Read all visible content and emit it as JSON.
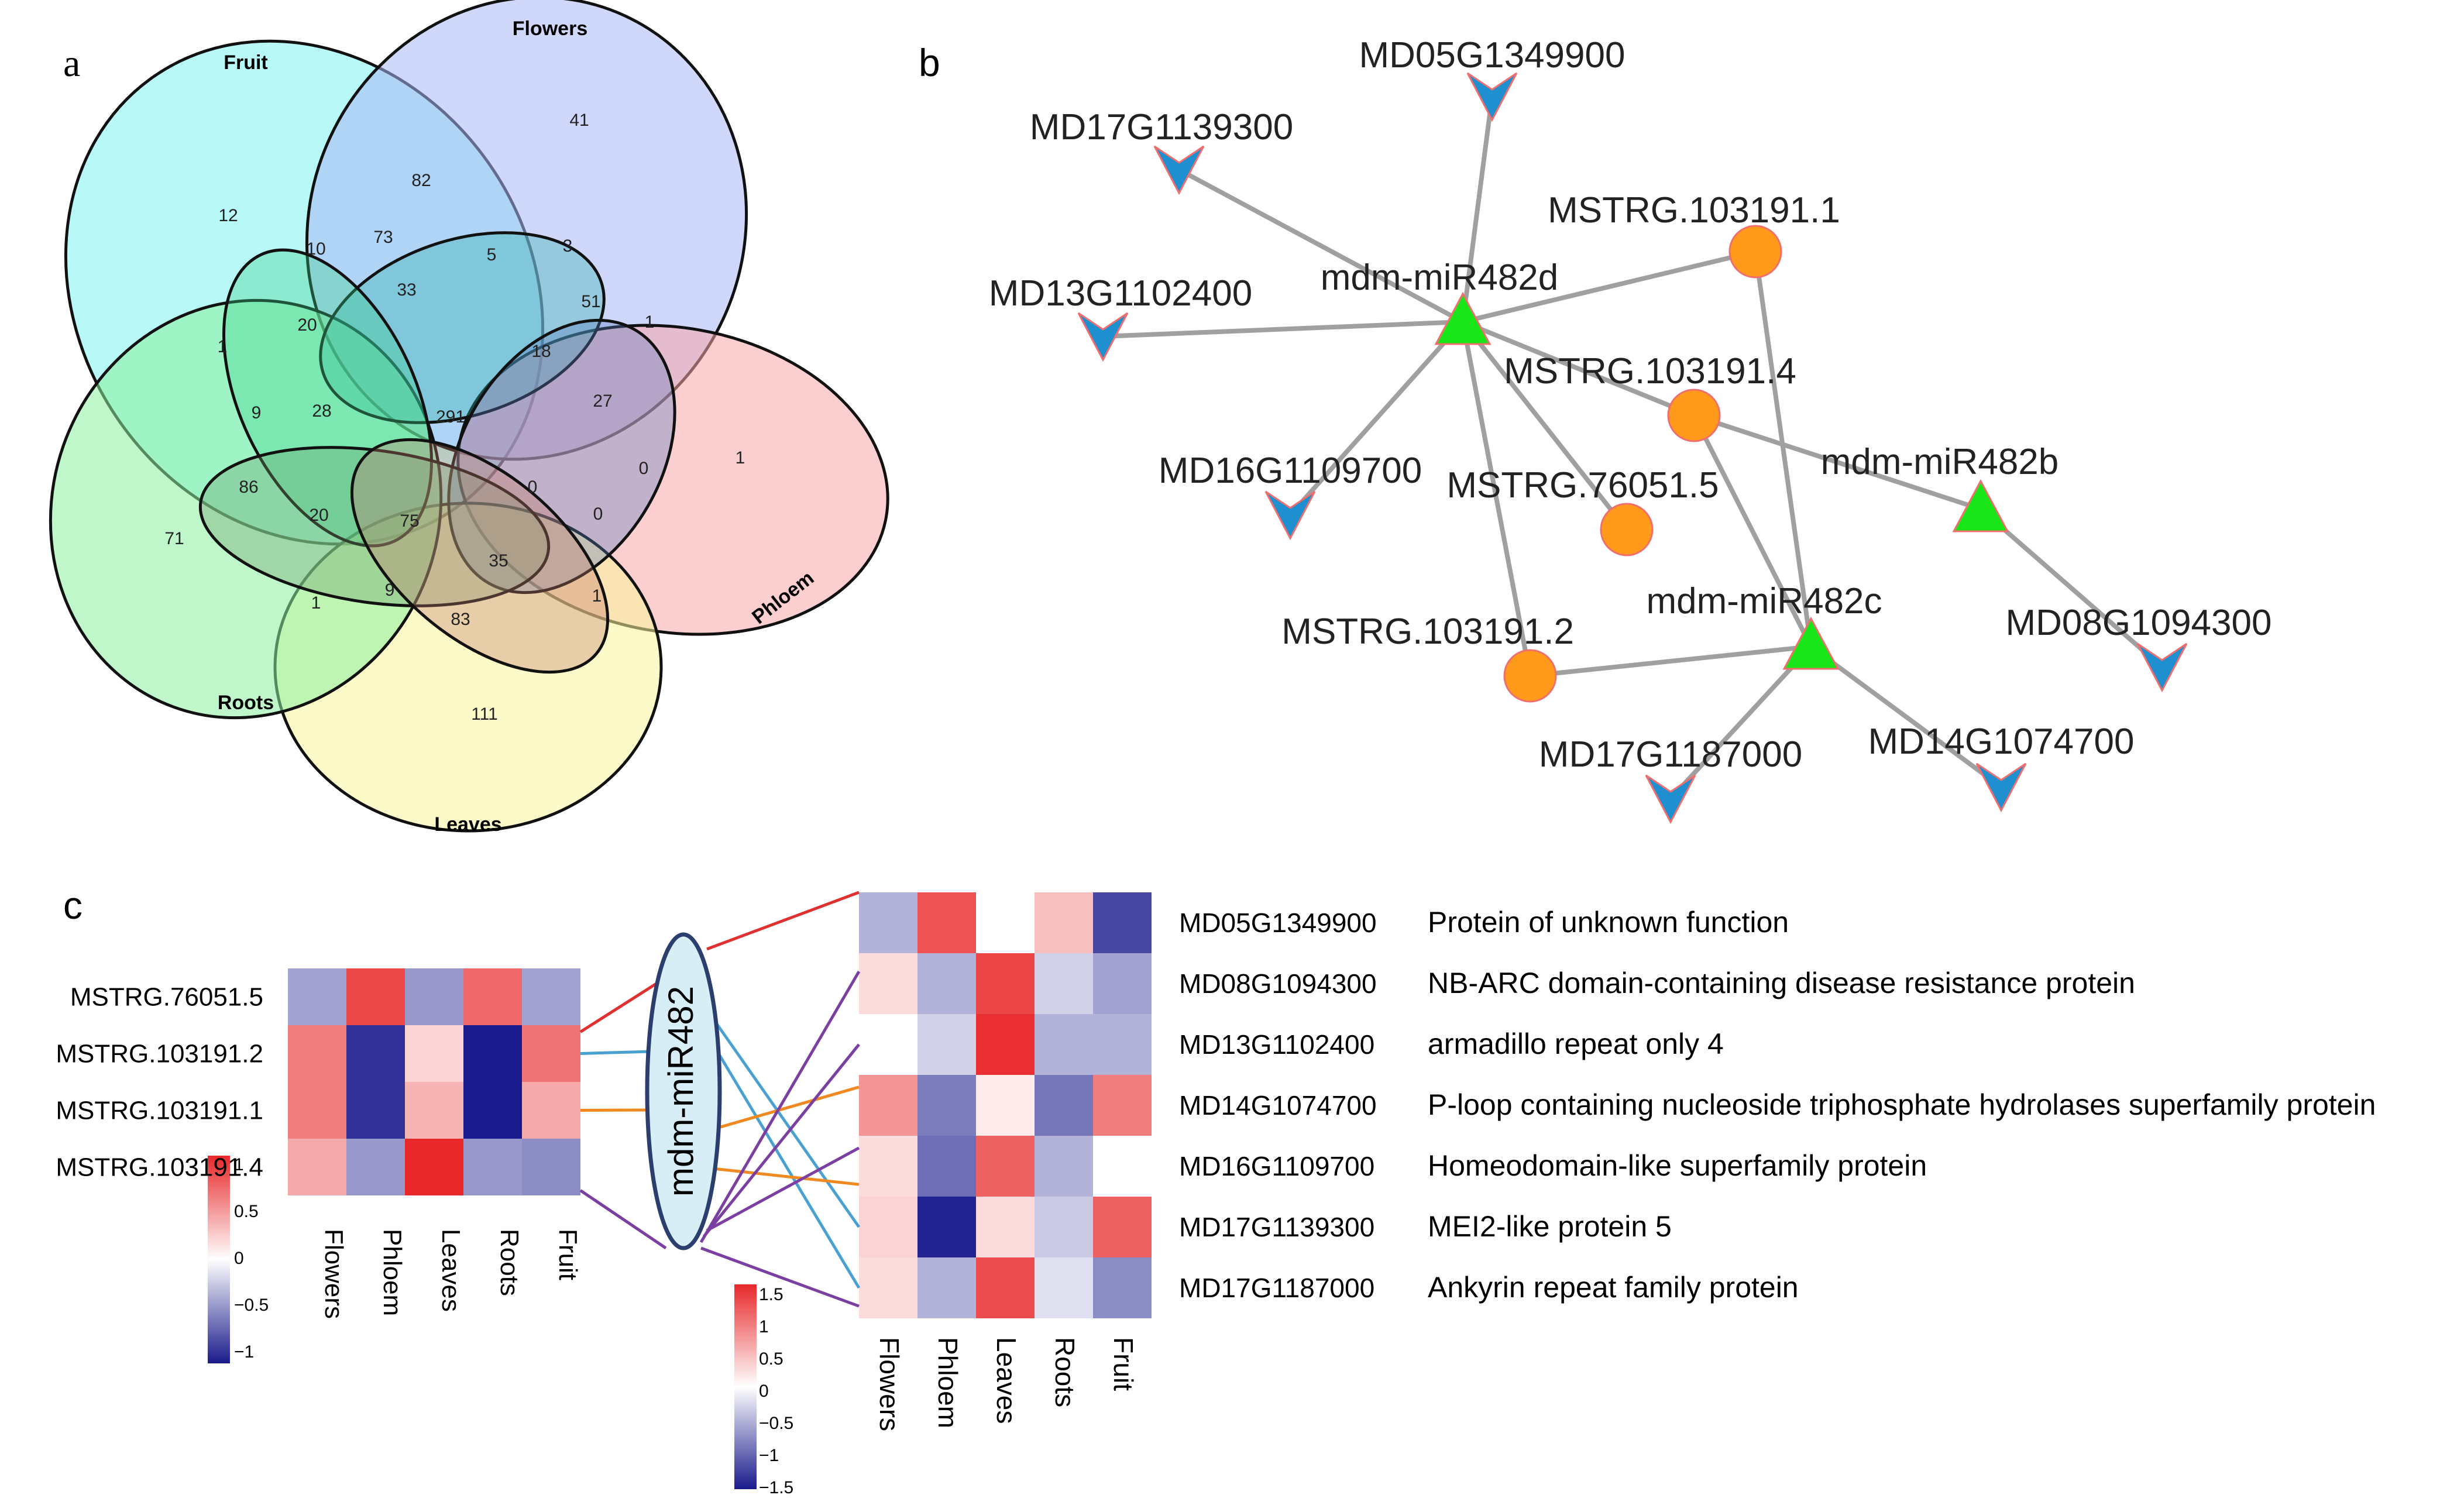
{
  "panels": {
    "a": "a",
    "b": "b",
    "c": "c"
  },
  "venn": {
    "sets": [
      {
        "name": "Fruit",
        "color": "#7ef3ef"
      },
      {
        "name": "Flowers",
        "color": "#a7b6f6"
      },
      {
        "name": "Phloem",
        "color": "#f7a6a8"
      },
      {
        "name": "Leaves",
        "color": "#f9f59c"
      },
      {
        "name": "Roots",
        "color": "#8af09f"
      }
    ],
    "counts": [
      {
        "region": "Fruit only",
        "value": "12"
      },
      {
        "region": "Fruit∩Flowers",
        "value": "82"
      },
      {
        "region": "Flowers only",
        "value": "41"
      },
      {
        "region": "Fruit∩Roots",
        "value": "10"
      },
      {
        "region": "Fruit∩Flowers∩Roots",
        "value": "73"
      },
      {
        "region": "Flowers∩Phloem",
        "value": "5"
      },
      {
        "region": "Flowers∩Phloem",
        "value": "3"
      },
      {
        "region": "Fruit∩Roots",
        "value": "1"
      },
      {
        "region": "Fruit∩Roots∩Leaves",
        "value": "20"
      },
      {
        "region": "Fruit∩Flowers∩Roots∩Leaves",
        "value": "33"
      },
      {
        "region": "Flowers∩Phloem∩Fruit",
        "value": "18"
      },
      {
        "region": "Flowers∩Phloem",
        "value": "51"
      },
      {
        "region": "Flowers∩Phloem∩Leaves",
        "value": "1"
      },
      {
        "region": "Roots∩Fruit",
        "value": "9"
      },
      {
        "region": "Roots∩Fruit∩Leaves",
        "value": "28"
      },
      {
        "region": "All five",
        "value": "291"
      },
      {
        "region": "Flowers∩Phloem∩Fruit∩Leaves",
        "value": "27"
      },
      {
        "region": "Phloem only",
        "value": "1"
      },
      {
        "region": "Roots only",
        "value": "71"
      },
      {
        "region": "Roots∩Leaves",
        "value": "86"
      },
      {
        "region": "Phloem∩Flowers∩Roots",
        "value": "0"
      },
      {
        "region": "Phloem∩Flowers",
        "value": "0"
      },
      {
        "region": "Roots∩Leaves∩Fruit",
        "value": "20"
      },
      {
        "region": "Roots∩Leaves∩Phloem",
        "value": "75"
      },
      {
        "region": "Phloem∩Leaves∩Roots",
        "value": "0"
      },
      {
        "region": "Phloem∩Leaves∩Flowers",
        "value": "35"
      },
      {
        "region": "Roots∩Leaves",
        "value": "1"
      },
      {
        "region": "Roots∩Leaves∩Phloem",
        "value": "9"
      },
      {
        "region": "Leaves∩Phloem∩Roots",
        "value": "83"
      },
      {
        "region": "Leaves∩Phloem",
        "value": "1"
      },
      {
        "region": "Leaves only",
        "value": "111"
      }
    ]
  },
  "network": {
    "mirna_nodes": [
      "mdm-miR482d",
      "mdm-miR482b",
      "mdm-miR482c"
    ],
    "lncrna_nodes": [
      "MSTRG.103191.1",
      "MSTRG.103191.4",
      "MSTRG.76051.5",
      "MSTRG.103191.2"
    ],
    "gene_nodes": [
      "MD05G1349900",
      "MD17G1139300",
      "MD13G1102400",
      "MD16G1109700",
      "MD08G1094300",
      "MD17G1187000",
      "MD14G1074700"
    ],
    "edges": [
      [
        "mdm-miR482d",
        "MD05G1349900"
      ],
      [
        "mdm-miR482d",
        "MD17G1139300"
      ],
      [
        "mdm-miR482d",
        "MD13G1102400"
      ],
      [
        "mdm-miR482d",
        "MD16G1109700"
      ],
      [
        "mdm-miR482d",
        "MSTRG.103191.1"
      ],
      [
        "mdm-miR482d",
        "MSTRG.103191.4"
      ],
      [
        "mdm-miR482d",
        "MSTRG.76051.5"
      ],
      [
        "mdm-miR482d",
        "MSTRG.103191.2"
      ],
      [
        "mdm-miR482b",
        "MSTRG.103191.4"
      ],
      [
        "mdm-miR482b",
        "MD08G1094300"
      ],
      [
        "mdm-miR482c",
        "MSTRG.103191.1"
      ],
      [
        "mdm-miR482c",
        "MSTRG.103191.4"
      ],
      [
        "mdm-miR482c",
        "MSTRG.103191.2"
      ],
      [
        "mdm-miR482c",
        "MD17G1187000"
      ],
      [
        "mdm-miR482c",
        "MD14G1074700"
      ]
    ],
    "colors": {
      "mirna": "#19e619",
      "lncrna": "#ff9a1a",
      "gene": "#1f8fd0",
      "node_border": "#f06e6e",
      "edge": "#a0a0a0"
    }
  },
  "heatmap_left": {
    "rows": [
      "MSTRG.76051.5",
      "MSTRG.103191.2",
      "MSTRG.103191.1",
      "MSTRG.103191.4"
    ],
    "cols": [
      "Flowers",
      "Phloem",
      "Leaves",
      "Roots",
      "Fruit"
    ],
    "values": [
      [
        -0.4,
        0.85,
        -0.45,
        0.7,
        -0.4
      ],
      [
        0.6,
        -0.9,
        0.2,
        -1.0,
        0.65
      ],
      [
        0.6,
        -0.9,
        0.35,
        -1.0,
        0.4
      ],
      [
        0.4,
        -0.45,
        1.0,
        -0.45,
        -0.5
      ]
    ],
    "scale_ticks": [
      "1",
      "0.5",
      "0",
      "−0.5",
      "−1"
    ]
  },
  "center_label": "mdm-miR482",
  "heatmap_right": {
    "rows": [
      "MD05G1349900",
      "MD08G1094300",
      "MD13G1102400",
      "MD14G1074700",
      "MD16G1109700",
      "MD17G1139300",
      "MD17G1187000"
    ],
    "descriptions": [
      "Protein of unknown function",
      "NB-ARC domain-containing disease resistance protein",
      "armadillo repeat only 4",
      "P-loop containing nucleoside triphosphate hydrolases superfamily protein",
      "Homeodomain-like superfamily protein",
      "MEI2-like protein 5",
      "Ankyrin repeat family protein"
    ],
    "cols": [
      "Flowers",
      "Phloem",
      "Leaves",
      "Roots",
      "Fruit"
    ],
    "values": [
      [
        -0.5,
        1.2,
        0.0,
        0.45,
        -1.2
      ],
      [
        0.25,
        -0.5,
        1.3,
        -0.3,
        -0.6
      ],
      [
        0.0,
        -0.3,
        1.45,
        -0.5,
        -0.5
      ],
      [
        0.75,
        -0.85,
        0.15,
        -0.9,
        0.9
      ],
      [
        0.25,
        -0.95,
        1.1,
        -0.5,
        0.0
      ],
      [
        0.3,
        -1.45,
        0.25,
        -0.35,
        1.1
      ],
      [
        0.25,
        -0.5,
        1.25,
        -0.2,
        -0.75
      ]
    ],
    "scale_ticks": [
      "1.5",
      "1",
      "0.5",
      "0",
      "−0.5",
      "−1",
      "−1.5"
    ]
  }
}
